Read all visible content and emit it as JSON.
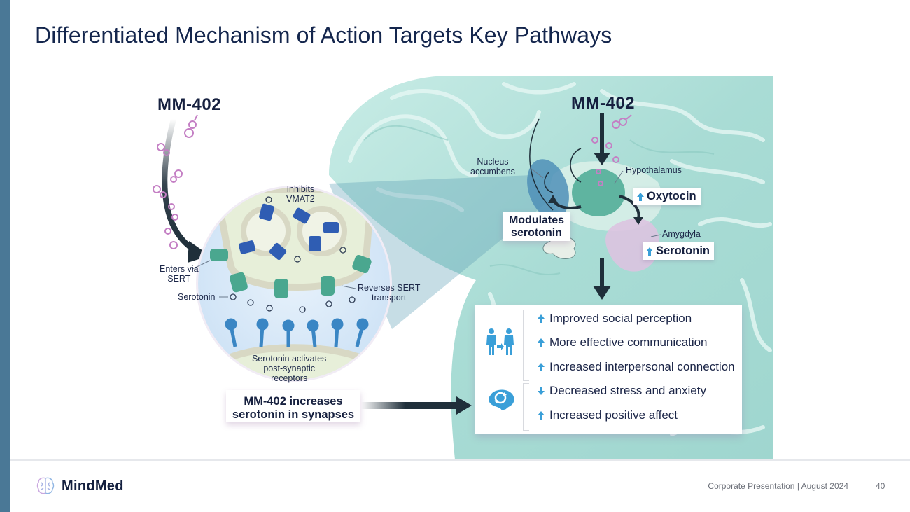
{
  "slide": {
    "title": "Differentiated Mechanism of Action Targets Key Pathways",
    "accent_color": "#4a7896",
    "title_color": "#14264d"
  },
  "synapse_panel": {
    "drug_label": "MM-402",
    "labels": {
      "inhibits_vmat2": [
        "Inhibits",
        "VMAT2"
      ],
      "enters_via_sert": [
        "Enters via",
        "SERT"
      ],
      "serotonin": "Serotonin",
      "reverses_sert": [
        "Reverses SERT",
        "transport"
      ],
      "activates_receptors": [
        "Serotonin activates",
        "post-synaptic",
        "receptors"
      ]
    },
    "summary_callout": [
      "MM-402 increases",
      "serotonin in synapses"
    ]
  },
  "brain_panel": {
    "drug_label": "MM-402",
    "regions": {
      "nucleus_accumbens": [
        "Nucleus",
        "accumbens"
      ],
      "hypothalamus": "Hypothalamus",
      "amygdala": "Amygdyla"
    },
    "callouts": {
      "modulates": [
        "Modulates",
        "serotonin"
      ],
      "oxytocin": {
        "direction": "up",
        "text": "Oxytocin"
      },
      "serotonin": {
        "direction": "up",
        "text": "Serotonin"
      }
    }
  },
  "outcomes": {
    "groups": [
      {
        "icon": "people-interaction-icon",
        "items": [
          {
            "direction": "up",
            "text": "Improved social perception"
          },
          {
            "direction": "up",
            "text": "More effective communication"
          },
          {
            "direction": "up",
            "text": "Increased interpersonal connection"
          }
        ]
      },
      {
        "icon": "brain-cycle-icon",
        "items": [
          {
            "direction": "down",
            "text": "Decreased stress and anxiety"
          },
          {
            "direction": "up",
            "text": "Increased positive affect"
          }
        ]
      }
    ],
    "arrow_color": "#3a9fd8"
  },
  "footer": {
    "brand": "MindMed",
    "meta": "Corporate Presentation | August 2024",
    "page_number": "40"
  }
}
